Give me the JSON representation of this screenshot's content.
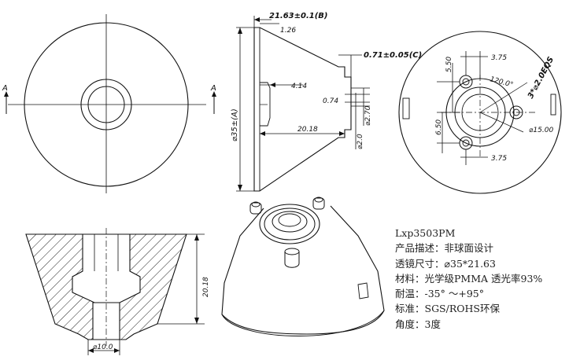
{
  "views": {
    "section_marker": "A",
    "side": {
      "top_width": "21.63±0.1(B)",
      "rim": "1.26",
      "tip": "0.71±0.05(C)",
      "post_depth": "4.14",
      "gap": "0.74",
      "tip_dia": "⌀2.70",
      "diameter": "⌀35±(A)",
      "length": "20.18",
      "post_dia": "⌀2.0"
    },
    "right": {
      "dim_top": "3.75",
      "dim_bottom": "3.75",
      "dim_v1": "5.50",
      "dim_v2": "6.50",
      "angle": "120.0°",
      "holes": "3*⌀2.0EQS",
      "center_dia": "⌀15.00"
    },
    "section": {
      "height": "20.18",
      "bottom_dia": "⌀10.0"
    }
  },
  "spec": {
    "model": "Lxp3503PM",
    "description": "产品描述：非球面设计",
    "size": "透镜尺寸：⌀35*21.63",
    "material": "材料：光学级PMMA 透光率93%",
    "temperature": "耐温：-35° ～+95°",
    "standard": "标准：SGS/ROHS环保",
    "angle": "角度：3度"
  }
}
